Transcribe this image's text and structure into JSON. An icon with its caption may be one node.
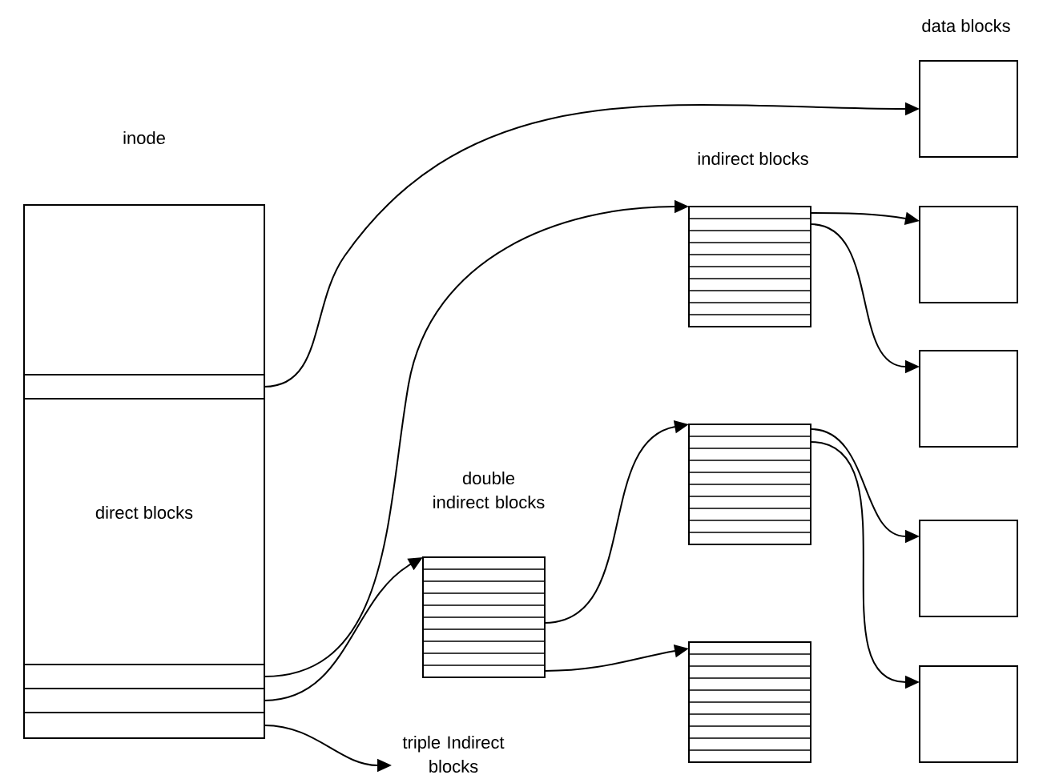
{
  "diagram": {
    "nodes": [
      {
        "text": [
          "inode",
          "direct blocks"
        ]
      },
      {
        "text": [],
        "shape": "box",
        "in": 0
      },
      {
        "text": [],
        "shape": "box",
        "in": 0
      },
      {
        "text": [],
        "shape": "box",
        "in": 0
      },
      {
        "text": [],
        "shape": "box",
        "in": 0
      },
      {
        "text": [],
        "shape": "box"
      },
      {
        "text": [],
        "shape": "box"
      },
      {
        "text": [],
        "shape": "box"
      },
      {
        "text": [],
        "shape": "box"
      },
      {
        "text": [],
        "shape": "box"
      },
      {
        "text": [],
        "shape": "box"
      },
      {
        "text": [],
        "shape": "box"
      },
      {
        "text": [],
        "shape": "box"
      },
      {
        "text": [],
        "shape": "box"
      },
      {
        "text": [
          "triple Indirect blocks"
        ]
      }
    ],
    "edges": [
      {
        "from": 1,
        "to": 5,
        "arrow": "to"
      },
      {
        "from": 2,
        "to": 6,
        "arrow": "to"
      },
      {
        "from": 3,
        "to": 9,
        "arrow": "to"
      },
      {
        "from": 4,
        "to": 14,
        "arrow": "to"
      },
      {
        "from": 6,
        "to": 7,
        "arrow": "to"
      },
      {
        "from": 6,
        "to": 8,
        "arrow": "to"
      },
      {
        "from": 9,
        "to": 10,
        "arrow": "to"
      },
      {
        "from": 9,
        "to": 13,
        "arrow": "to"
      },
      {
        "from": 10,
        "to": 11,
        "arrow": "to"
      },
      {
        "from": 10,
        "to": 12,
        "arrow": "to"
      }
    ],
    "labels": [
      "data blocks",
      "indirect blocks",
      "double indirect blocks"
    ]
  }
}
